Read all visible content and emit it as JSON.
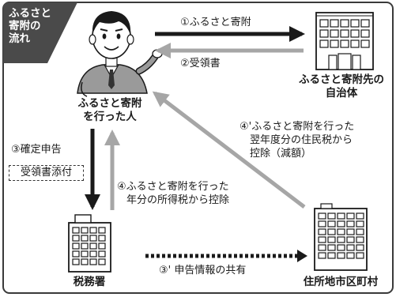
{
  "corner_title": [
    "ふるさと",
    "寄附の",
    "流れ"
  ],
  "nodes": {
    "donor": [
      "ふるさと寄附",
      "を行った人"
    ],
    "destination": [
      "ふるさと寄附先の",
      "自治体"
    ],
    "tax_office": "税務署",
    "municipality": "住所地市区町村"
  },
  "flows": {
    "step1": "①ふるさと寄附",
    "step2": "②受領書",
    "step3": "③確定申告",
    "step3_note": "受領書添付",
    "step3_share": "③' 申告情報の共有",
    "step4_income": [
      "④ふるさと寄附を行った",
      "年分の所得税から控除"
    ],
    "step4_resident": [
      "④'ふるさと寄附を行った",
      "翌年度分の住民税から",
      "控除（減額）"
    ]
  },
  "colors": {
    "dark": "#1a1a1a",
    "gray_arrow": "#a6a6a6",
    "border": "#3a3a3a",
    "corner_bg": "#4a4a4a"
  }
}
